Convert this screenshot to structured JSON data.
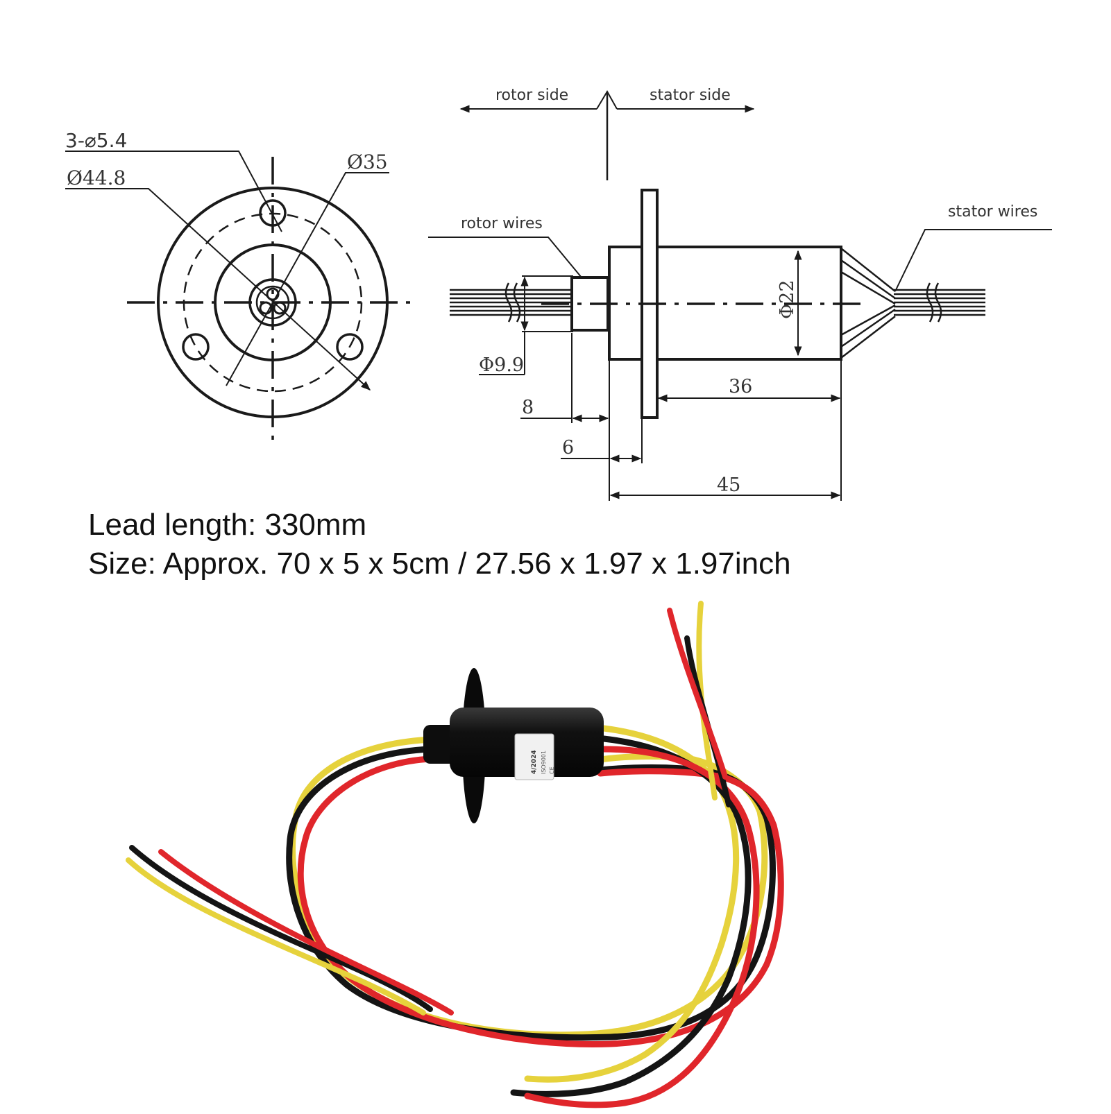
{
  "front_view": {
    "hole_callout": "3-⌀5.4",
    "outer_diameter": "Ø44.8",
    "pitch_diameter": "Ø35"
  },
  "side_view": {
    "rotor_side": "rotor side",
    "stator_side": "stator side",
    "rotor_wires": "rotor wires",
    "stator_wires": "stator wires",
    "body_diameter": "Φ22",
    "shaft_diameter": "Φ9.9",
    "dim_36": "36",
    "dim_8": "8",
    "dim_6": "6",
    "dim_45": "45"
  },
  "specs": {
    "lead_length": "Lead length: 330mm",
    "size": "Size: Approx. 70 x 5 x 5cm / 27.56 x 1.97 x 1.97inch"
  },
  "label_sticker": {
    "lines": [
      "4/2024",
      "ISO9001",
      "CE"
    ]
  },
  "colors": {
    "line": "#1a1a1a",
    "wire_red": "#e0262b",
    "wire_black": "#141414",
    "wire_yellow": "#e6d23c",
    "body": "#111111"
  }
}
